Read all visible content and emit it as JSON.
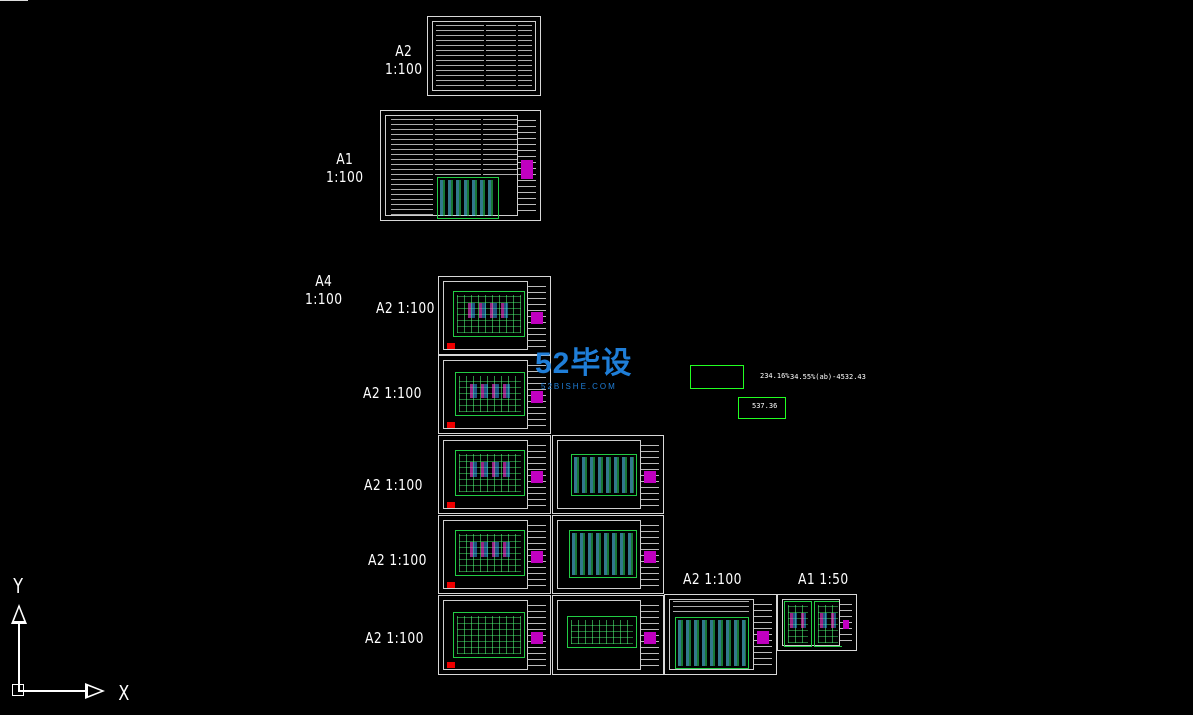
{
  "sheet_labels": [
    {
      "id": "a2-top",
      "line1": "A2",
      "line2": "1:100"
    },
    {
      "id": "a1-top",
      "line1": "A1",
      "line2": "1:100"
    },
    {
      "id": "a4",
      "line1": "A4",
      "line2": "1:100"
    },
    {
      "id": "row1",
      "text": "A2 1:100"
    },
    {
      "id": "row2",
      "text": "A2 1:100"
    },
    {
      "id": "row3",
      "text": "A2 1:100"
    },
    {
      "id": "row4",
      "text": "A2 1:100"
    },
    {
      "id": "row5",
      "text": "A2 1:100"
    },
    {
      "id": "site",
      "text": "A2 1:100"
    },
    {
      "id": "detail",
      "text": "A1 1:50"
    }
  ],
  "site_annotations": {
    "area_left": "234.16%",
    "area_right": "34.55%(ab)-4532.43",
    "footprint": "537.36"
  },
  "watermark": {
    "big": "52毕设",
    "small": "52BISHE.COM"
  },
  "ucs_axes": {
    "x": "X",
    "y": "Y"
  },
  "colors": {
    "background": "#000000",
    "line": "#ffffff",
    "plan": "#22cc44",
    "accent": "#c000c0",
    "watermark": "#1f7ed8"
  }
}
